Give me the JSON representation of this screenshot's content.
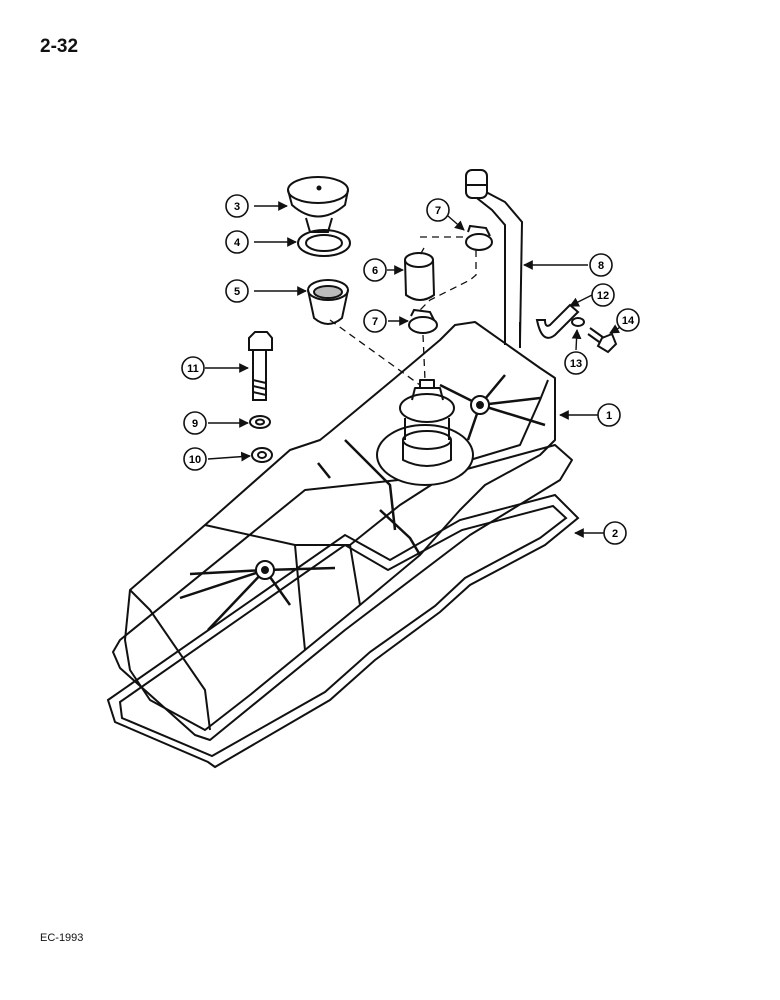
{
  "page": {
    "number": "2-32",
    "footer": "EC-1993"
  },
  "diagram": {
    "callouts": [
      {
        "id": "c1",
        "label": "1"
      },
      {
        "id": "c2",
        "label": "2"
      },
      {
        "id": "c3",
        "label": "3"
      },
      {
        "id": "c4",
        "label": "4"
      },
      {
        "id": "c5",
        "label": "5"
      },
      {
        "id": "c6",
        "label": "6"
      },
      {
        "id": "c7a",
        "label": "7"
      },
      {
        "id": "c7b",
        "label": "7"
      },
      {
        "id": "c8",
        "label": "8"
      },
      {
        "id": "c9",
        "label": "9"
      },
      {
        "id": "c10",
        "label": "10"
      },
      {
        "id": "c11",
        "label": "11"
      },
      {
        "id": "c12",
        "label": "12"
      },
      {
        "id": "c13",
        "label": "13"
      },
      {
        "id": "c14",
        "label": "14"
      }
    ]
  }
}
